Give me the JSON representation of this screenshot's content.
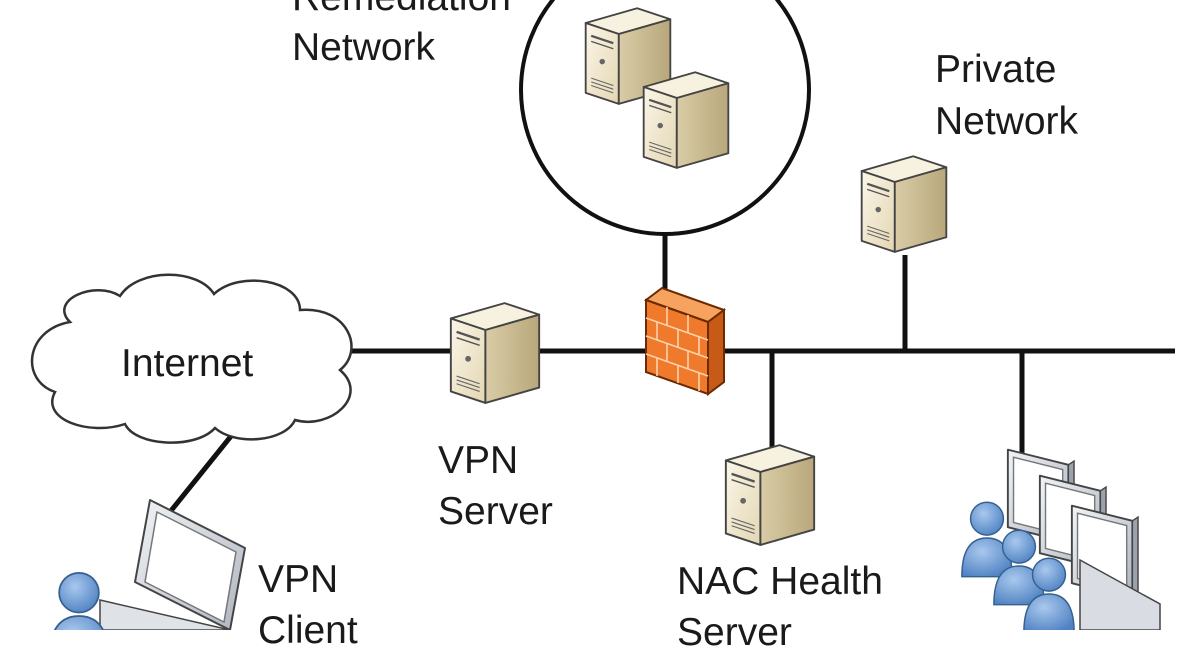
{
  "labels": {
    "remediation_line1": "Remediation",
    "remediation_line2": "Network",
    "private_line1": "Private",
    "private_line2": "Network",
    "internet": "Internet",
    "vpn_server_line1": "VPN",
    "vpn_server_line2": "Server",
    "vpn_client_line1": "VPN",
    "vpn_client_line2": "Client",
    "nac_line1": "NAC Health",
    "nac_line2": "Server"
  },
  "icons": {
    "server": "server-tower-icon",
    "firewall": "firewall-brick-icon",
    "cloud": "cloud-icon",
    "laptop": "laptop-icon",
    "user": "person-icon",
    "workstation": "desktop-monitor-icon"
  },
  "colors": {
    "line": "#111111",
    "server_body": "#efe6cf",
    "server_side": "#d2c49f",
    "firewall": "#f07a2c",
    "user": "#6f9fd6",
    "monitor": "#c9ced6"
  }
}
